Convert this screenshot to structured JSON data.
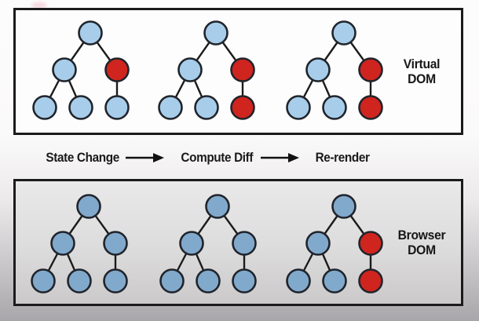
{
  "colors": {
    "red": "#d0241f",
    "node_stroke": "#20242b",
    "edge": "#1b1b1b",
    "panel_border": "#1b1b1b",
    "arrow": "#111111"
  },
  "virtual_panel": {
    "label_lines": [
      "Virtual",
      "DOM"
    ],
    "node_blue": "#a7cdea",
    "trees": [
      [
        "blue",
        "blue",
        "red",
        "blue",
        "blue",
        "blue"
      ],
      [
        "blue",
        "blue",
        "red",
        "blue",
        "blue",
        "red"
      ],
      [
        "blue",
        "blue",
        "red",
        "blue",
        "blue",
        "red"
      ]
    ]
  },
  "browser_panel": {
    "label_lines": [
      "Browser",
      "DOM"
    ],
    "node_blue": "#81a9cc",
    "trees": [
      [
        "blue",
        "blue",
        "blue",
        "blue",
        "blue",
        "blue"
      ],
      [
        "blue",
        "blue",
        "blue",
        "blue",
        "blue",
        "blue"
      ],
      [
        "blue",
        "blue",
        "red",
        "blue",
        "blue",
        "red"
      ]
    ]
  },
  "flow": {
    "steps": [
      "State Change",
      "Compute Diff",
      "Re-render"
    ]
  }
}
